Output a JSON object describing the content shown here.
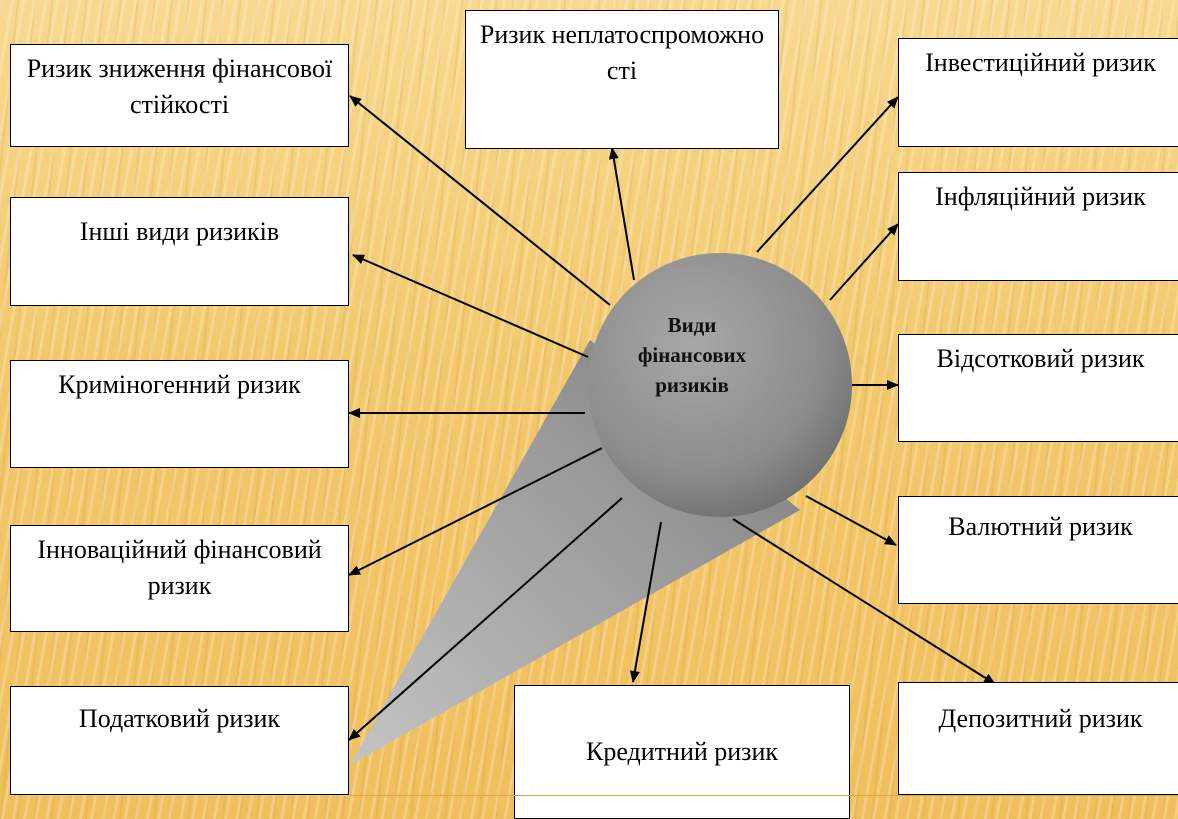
{
  "hub": {
    "label": "Види фінансових ризиків"
  },
  "boxes": {
    "solvency": "Ризик неплатоспроможно сті",
    "stability": "Ризик зниження фінансової стійкості",
    "other": "Інші види ризиків",
    "criminogenic": "Криміногенний ризик",
    "innovation": "Інноваційний фінансовий ризик",
    "tax": "Податковий ризик",
    "credit": "Кредитний ризик",
    "investment": "Інвестиційний ризик",
    "inflation": "Інфляційний ризик",
    "interest": "Відсотковий ризик",
    "currency": "Валютний ризик",
    "deposit": "Депозитний ризик"
  },
  "colors": {
    "hub": "#8e8e8e",
    "cone": "#a0a0a0",
    "background": "#f3c86c",
    "accent_line": "#e9a23b"
  }
}
